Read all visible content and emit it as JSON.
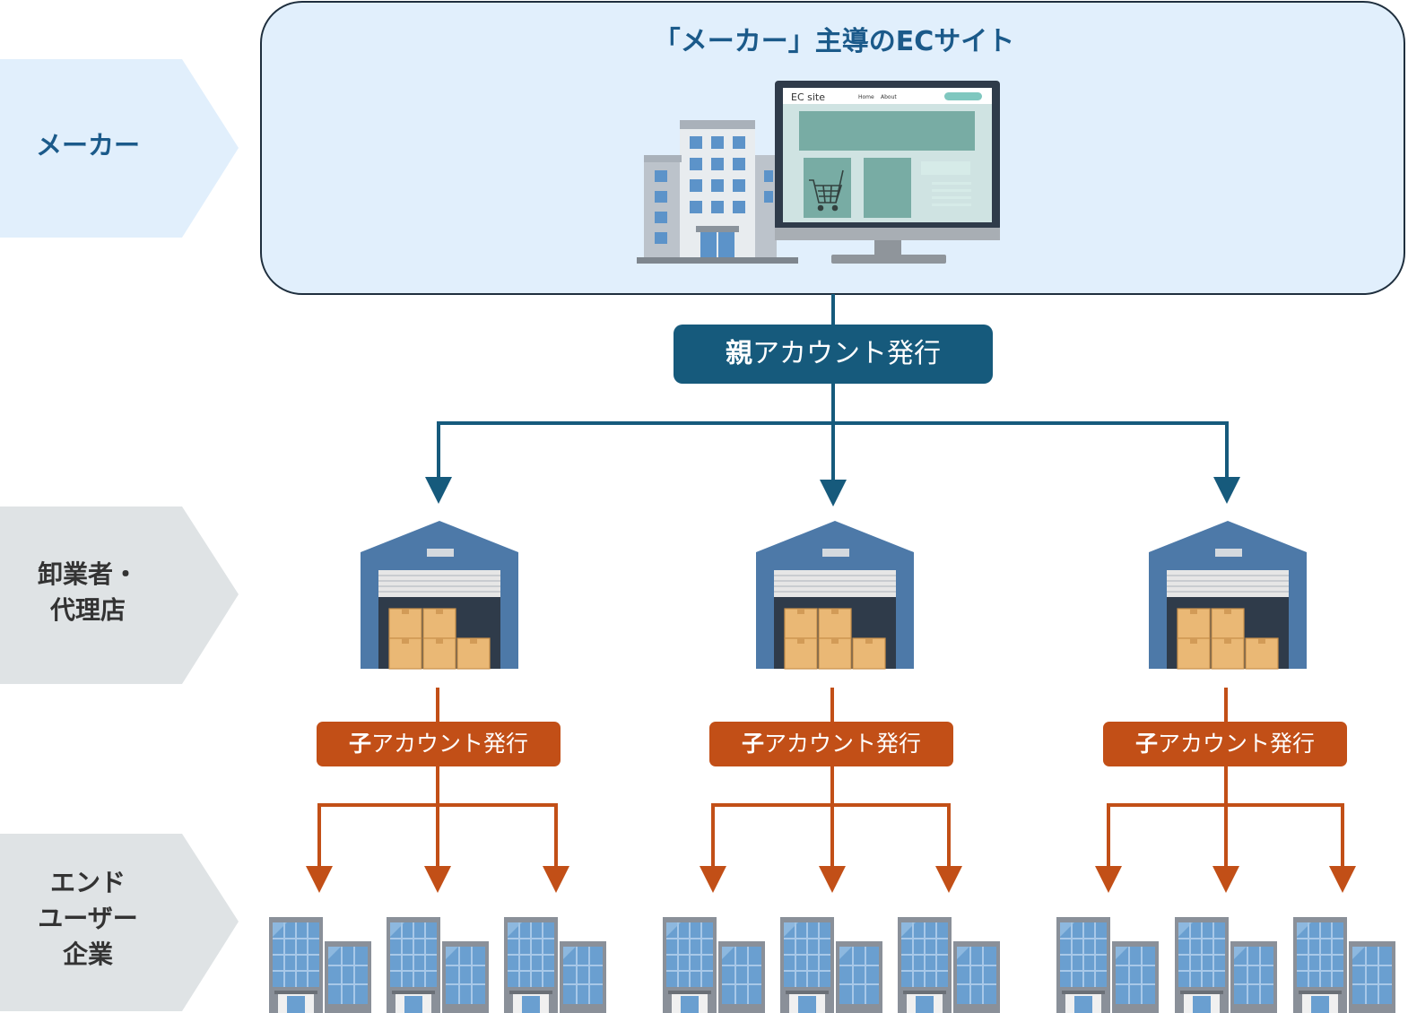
{
  "rows": {
    "maker": {
      "lines": [
        "メーカー"
      ]
    },
    "wholesaler": {
      "lines": [
        "卸業者・",
        "代理店"
      ]
    },
    "end_user": {
      "lines": [
        "エンド",
        "ユーザー",
        "企業"
      ]
    }
  },
  "top_panel": {
    "title": "「メーカー」主導のECサイト",
    "screen": {
      "site_name": "EC site",
      "nav": [
        "Home",
        "About"
      ]
    }
  },
  "parent_account": {
    "bold": "親",
    "rest": "アカウント発行"
  },
  "child_account": {
    "bold": "子",
    "rest": "アカウント発行"
  },
  "colors": {
    "navy": "#165a7c",
    "orange": "#c24f17",
    "panel_bg": "#e1effc",
    "maker_chevron": "#e1effc",
    "gray_chevron": "#dfe3e5",
    "maker_text": "#1b5a8a",
    "gray_text": "#333333"
  },
  "icons": {
    "maker": [
      "office-building-icon",
      "computer-monitor-icon",
      "shopping-cart-icon"
    ],
    "wholesaler": "warehouse-icon",
    "end_user": "office-building-icon"
  }
}
